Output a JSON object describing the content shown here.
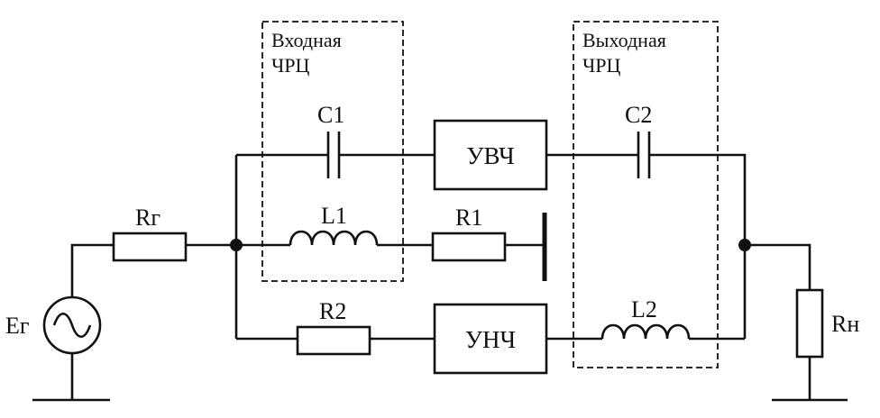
{
  "regions": {
    "input": {
      "line1": "Входная",
      "line2": "ЧРЦ"
    },
    "output": {
      "line1": "Выходная",
      "line2": "ЧРЦ"
    }
  },
  "labels": {
    "generator": "Ег",
    "source_resistor": "Rг",
    "load_resistor": "Rн",
    "c1": "C1",
    "c2": "C2",
    "l1": "L1",
    "l2": "L2",
    "r1": "R1",
    "r2": "R2"
  },
  "blocks": {
    "hf_amp": "УВЧ",
    "lf_amp": "УНЧ"
  }
}
